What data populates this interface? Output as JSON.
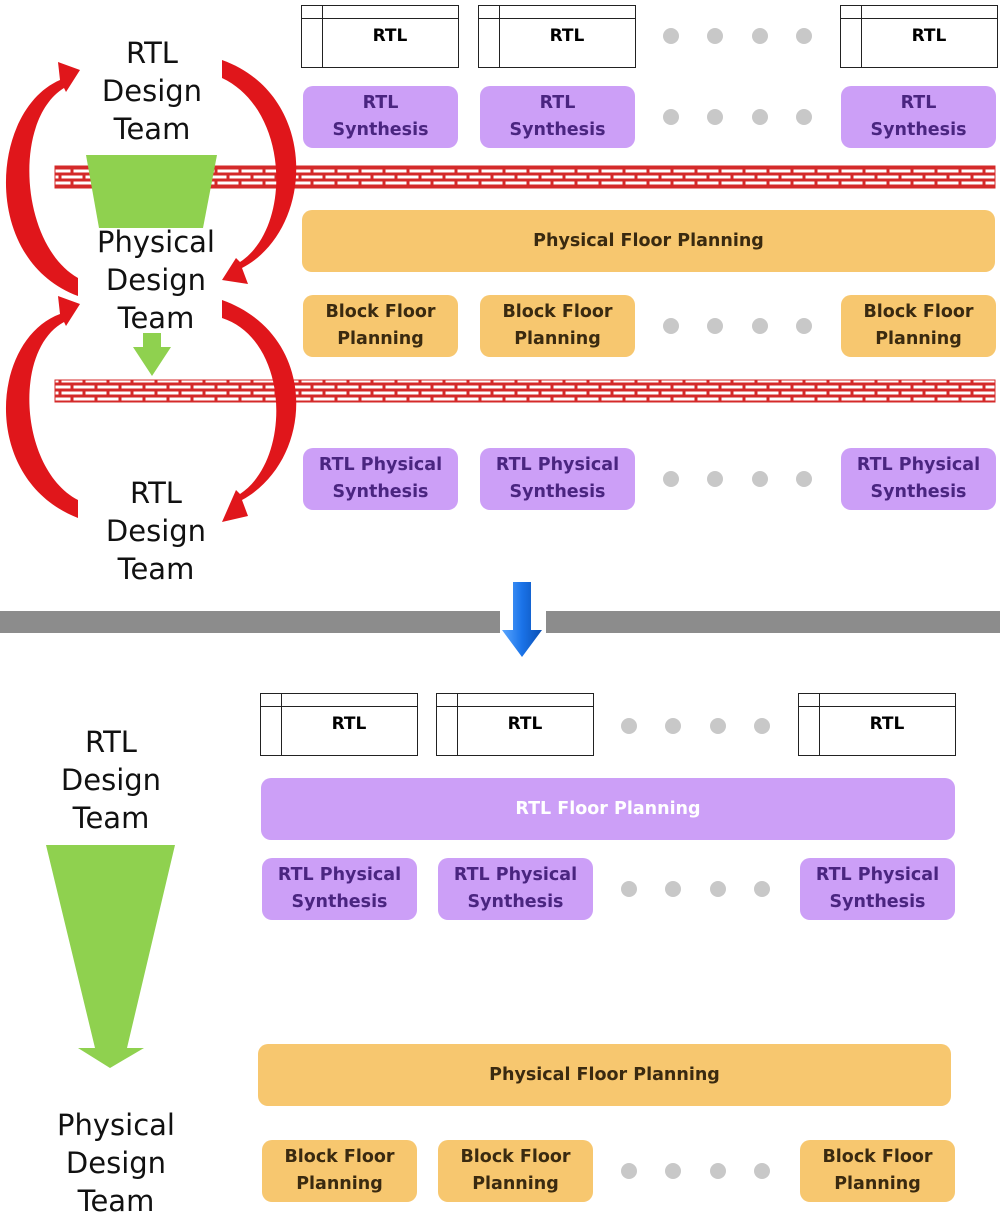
{
  "before": {
    "teams": {
      "rtl_top": "RTL\nDesign\nTeam",
      "physical": "Physical\nDesign\nTeam",
      "rtl_bottom": "RTL\nDesign\nTeam"
    },
    "rtl_blocks": [
      "RTL",
      "RTL",
      "RTL"
    ],
    "rtl_synthesis": [
      "RTL\nSynthesis",
      "RTL\nSynthesis",
      "RTL\nSynthesis"
    ],
    "physical_floor_planning": "Physical Floor Planning",
    "block_floor_planning": [
      "Block Floor\nPlanning",
      "Block Floor\nPlanning",
      "Block Floor\nPlanning"
    ],
    "rtl_physical_synthesis": [
      "RTL Physical\nSynthesis",
      "RTL Physical\nSynthesis",
      "RTL Physical\nSynthesis"
    ]
  },
  "after": {
    "teams": {
      "rtl": "RTL\nDesign\nTeam",
      "physical": "Physical\nDesign\nTeam"
    },
    "rtl_blocks": [
      "RTL",
      "RTL",
      "RTL"
    ],
    "rtl_floor_planning": "RTL Floor Planning",
    "rtl_physical_synthesis": [
      "RTL Physical\nSynthesis",
      "RTL Physical\nSynthesis",
      "RTL Physical\nSynthesis"
    ],
    "physical_floor_planning": "Physical Floor Planning",
    "block_floor_planning": [
      "Block Floor\nPlanning",
      "Block Floor\nPlanning",
      "Block Floor\nPlanning"
    ]
  },
  "colors": {
    "purple": "#cc9ff7",
    "orange": "#f7c76f",
    "green_arrow": "#8fd14f",
    "red_arrow": "#e0161b",
    "brick": "#d42a2a",
    "divider": "#8c8c8c",
    "down_arrow": "#1a73e8"
  },
  "icons": {
    "brick_wall": "brick-wall-icon",
    "transition_arrow": "blue-down-arrow-icon",
    "loop_arrows": "red-curved-arrow-icon",
    "handoff": "green-funnel-arrow-icon"
  }
}
